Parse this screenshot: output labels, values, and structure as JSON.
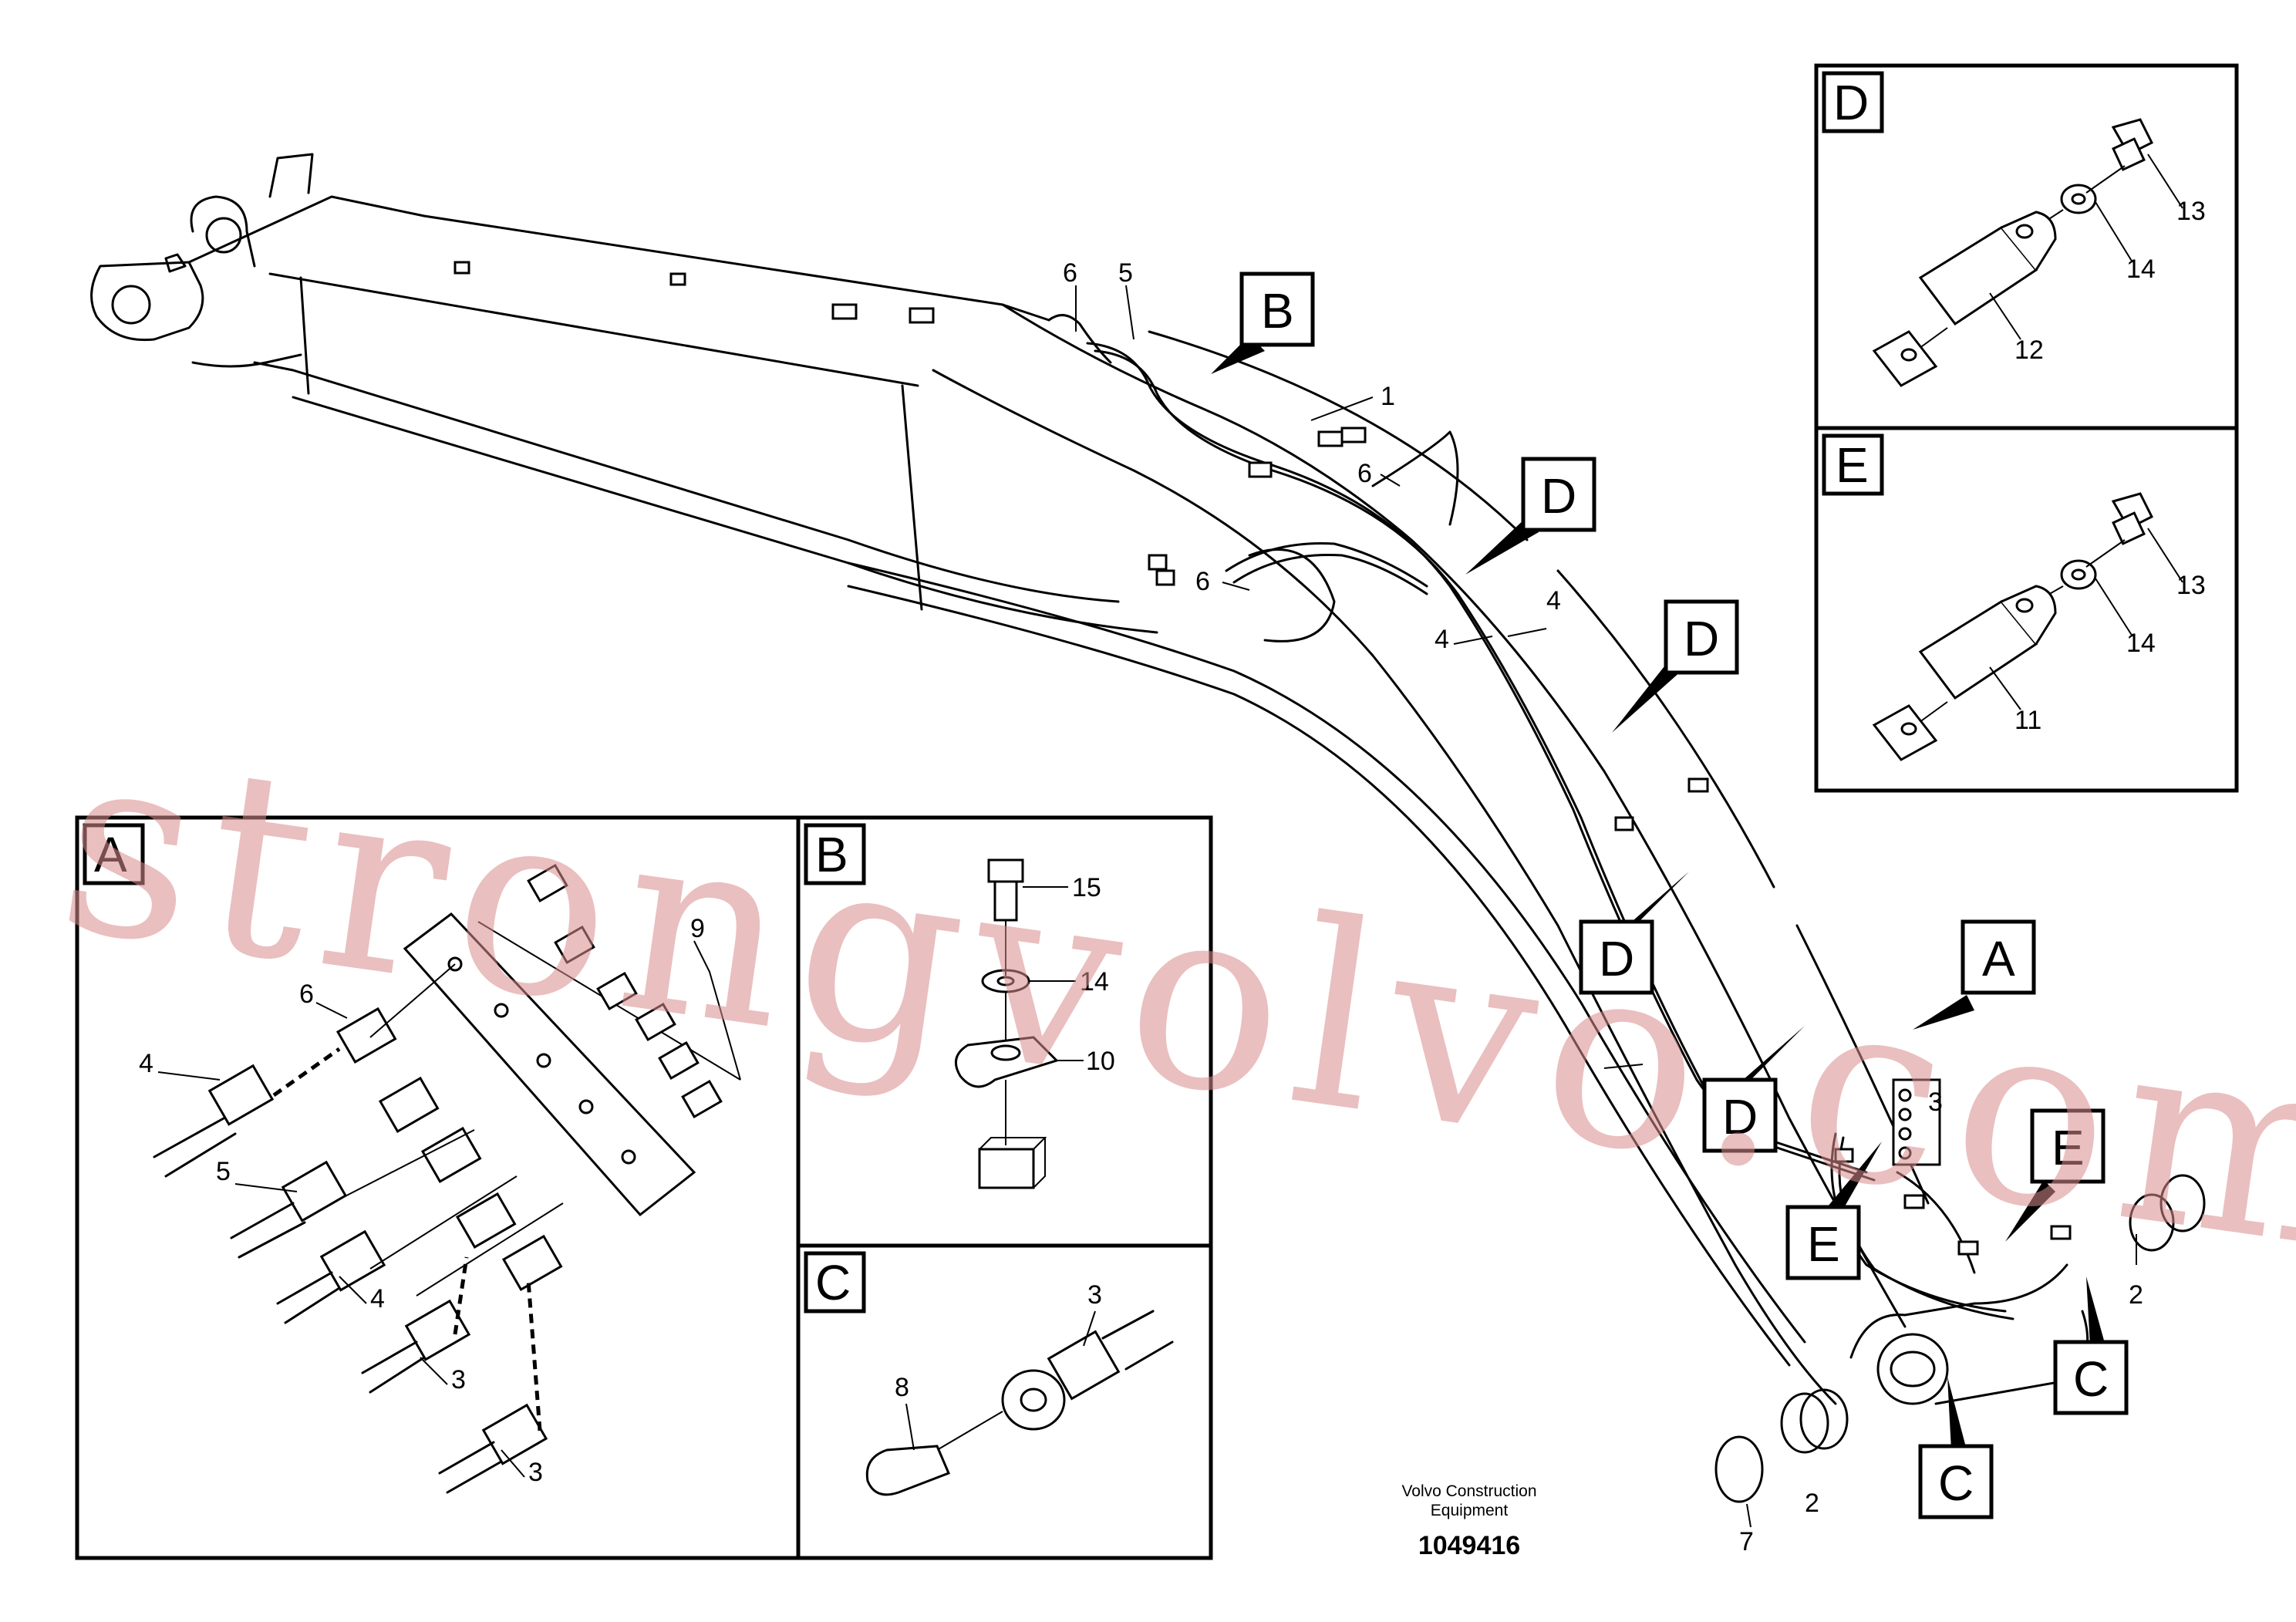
{
  "footer": {
    "maker_line1": "Volvo Construction",
    "maker_line2": "Equipment",
    "drawing_number": "1049416"
  },
  "watermark": "strongvolvo.com",
  "main_labels": {
    "l1": "1",
    "l2a": "2",
    "l2b": "2",
    "l3": "3",
    "l4a": "4",
    "l4b": "4",
    "l5": "5",
    "l6a": "6",
    "l6b": "6",
    "l6c": "6",
    "l7": "7"
  },
  "callouts": {
    "b_top": "B",
    "d1": "D",
    "d2": "D",
    "d3": "D",
    "d4": "D",
    "a_right": "A",
    "e1": "E",
    "e2": "E",
    "c1": "C",
    "c2": "C"
  },
  "detail_a": {
    "letter": "A",
    "labels": {
      "l9": "9",
      "l6": "6",
      "l4a": "4",
      "l5": "5",
      "l4b": "4",
      "l3a": "3",
      "l3b": "3"
    }
  },
  "detail_b": {
    "letter": "B",
    "labels": {
      "l15": "15",
      "l14": "14",
      "l10": "10"
    }
  },
  "detail_c": {
    "letter": "C",
    "labels": {
      "l3": "3",
      "l8": "8"
    }
  },
  "detail_d": {
    "letter": "D",
    "labels": {
      "l13": "13",
      "l14": "14",
      "l12": "12"
    }
  },
  "detail_e": {
    "letter": "E",
    "labels": {
      "l13": "13",
      "l14": "14",
      "l11": "11"
    }
  }
}
